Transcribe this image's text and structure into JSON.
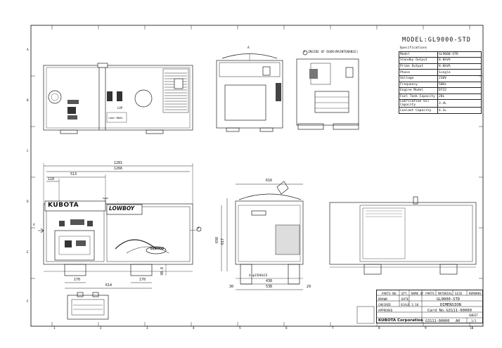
{
  "spec_sheet": {
    "model_title": "MODEL:GL9000-STD",
    "header": "Specifications",
    "rows": [
      {
        "key": "Model",
        "value": "GL9000-STD"
      },
      {
        "key": "Standby Output",
        "value": "8.8kVA"
      },
      {
        "key": "Prime Output",
        "value": "8.0kVA"
      },
      {
        "key": "Phase",
        "value": "Single"
      },
      {
        "key": "Voltage",
        "value": "230V"
      },
      {
        "key": "Frequency",
        "value": "50Hz"
      },
      {
        "key": "Engine Model",
        "value": "D722"
      },
      {
        "key": "Fuel Tank Capacity",
        "value": "28L"
      },
      {
        "key": "Lubrication Oil Capacity",
        "value": "3.4L"
      },
      {
        "key": "Coolant Capacity",
        "value": "4.1L"
      }
    ]
  },
  "views": {
    "inside_note": "INSIDE OF DOOR(MAINTENANCE)",
    "section_mark_a1": "A",
    "section_mark_a2": "A",
    "callout_p": "P",
    "callout_p2": "P",
    "plate_text": "LUP",
    "plate_text2": "label MODEL"
  },
  "brand": {
    "kubota": "KUBOTA",
    "lowboy": "LOWBOY",
    "logo_small": "GL9000"
  },
  "dimensions": {
    "overall_length": "1281",
    "inner_length": "1266",
    "d_513": "513",
    "d_118": "118",
    "d_170a": "170",
    "d_170b": "170",
    "d_614": "614",
    "d_30_8": "30.8",
    "height_698": "698",
    "height_617": "617",
    "width_616": "616",
    "bolt_holes": "4-φ15HOLES",
    "d_438": "438",
    "d_538": "538",
    "d_30": "30",
    "d_29": "29"
  },
  "title_block": {
    "parts_no": "PARTS NO.",
    "qty": "QTY.",
    "name_of_parts": "NAME OF PARTS",
    "material": "MATERIAL",
    "size": "SIZE",
    "remarks": "REMARKS",
    "model": "GL9000-STD",
    "drawing_title": "DIMENSION",
    "card_no": "Card No.G3111-00000",
    "company": "KUBOTA Corporation",
    "drawing_no": "G3111-00000",
    "rev": "A0",
    "scale_label": "SCALE",
    "scale_value": "1:10",
    "drawn": "DRAWN",
    "checked": "CHECKED",
    "approved": "APPROVED",
    "date": "DATE",
    "sheet_label": "SHEET",
    "sheet_value": "1/1"
  },
  "grid": {
    "letters": [
      "A",
      "B",
      "C",
      "D",
      "E",
      "F"
    ],
    "numbers": [
      "1",
      "2",
      "3",
      "4",
      "5",
      "6",
      "7",
      "8",
      "9",
      "10"
    ]
  }
}
